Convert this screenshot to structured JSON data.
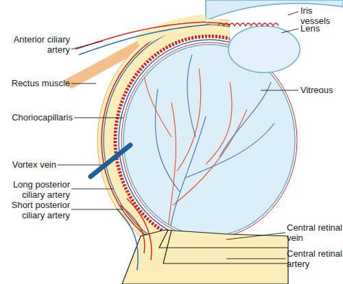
{
  "diagram": {
    "labels": [
      "Iris vessels",
      "Lens",
      "Anterior ciliary artery",
      "Rectus muscle",
      "Choriocapillaris",
      "Vitreous",
      "Vortex vein",
      "Long posterior ciliary artery",
      "Short posterior ciliary artery",
      "Central retinal vein",
      "Central retinal artery"
    ]
  }
}
